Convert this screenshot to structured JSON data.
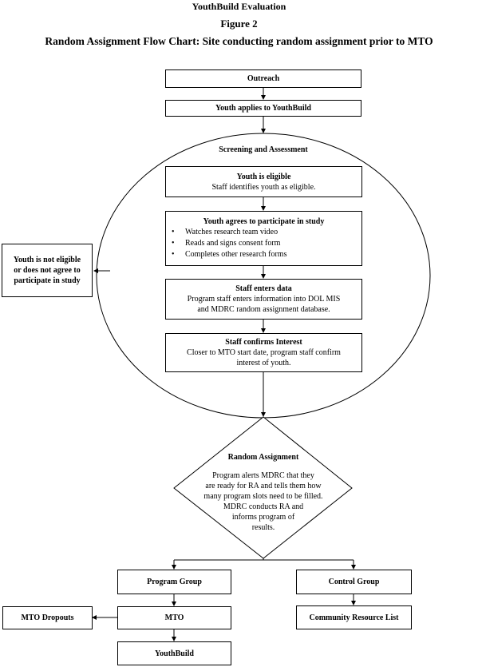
{
  "header": {
    "line1": "YouthBuild Evaluation",
    "line2": "Figure 2",
    "line3": "Random Assignment Flow Chart: Site conducting random assignment prior to MTO"
  },
  "nodes": {
    "outreach": "Outreach",
    "applies": "Youth applies to YouthBuild",
    "screening": "Screening and Assessment",
    "eligible": {
      "title": "Youth is eligible",
      "text": "Staff identifies youth as eligible."
    },
    "agrees": {
      "title": "Youth agrees to participate in study",
      "bullets": [
        "Watches research team video",
        "Reads and signs consent form",
        "Completes other research forms"
      ]
    },
    "enters": {
      "title": "Staff enters data",
      "line1": "Program staff enters information into DOL MIS",
      "line2": "and MDRC random assignment database."
    },
    "confirms": {
      "title": "Staff confirms Interest",
      "line1": "Closer to MTO start date, program staff confirm",
      "line2": "interest of youth."
    },
    "not_eligible": {
      "line1": "Youth is not eligible",
      "line2": "or does not agree to",
      "line3": "participate in study"
    },
    "random": {
      "title": "Random Assignment",
      "lines": [
        "Program alerts MDRC that they",
        "are ready for RA and tells them how",
        "many program slots need to be filled.",
        "MDRC conducts RA and",
        "informs program of",
        "results."
      ]
    },
    "program_group": "Program Group",
    "control_group": "Control Group",
    "mto": "MTO",
    "mto_dropouts": "MTO Dropouts",
    "community": "Community Resource List",
    "youthbuild": "YouthBuild"
  }
}
